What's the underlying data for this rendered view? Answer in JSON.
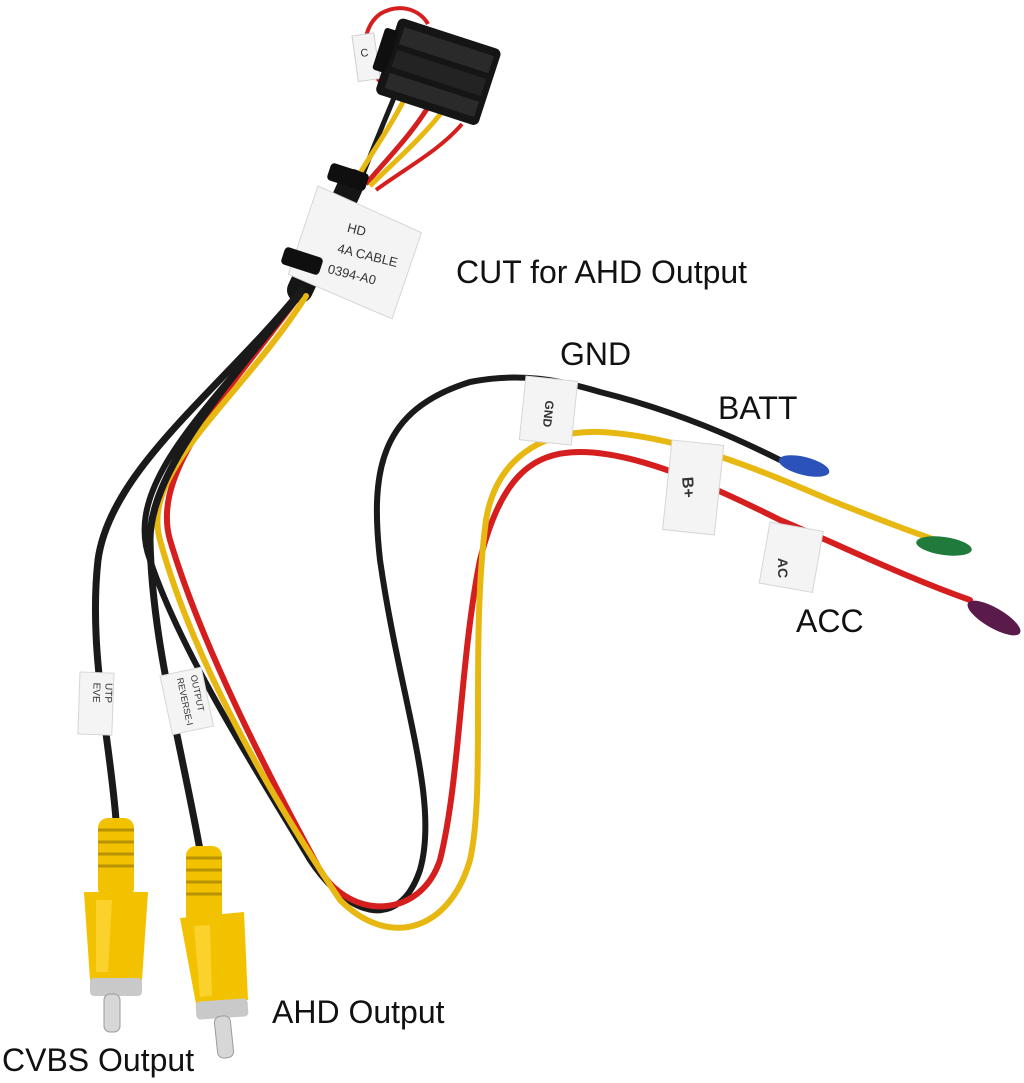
{
  "callouts": {
    "cut_for_ahd": "CUT for AHD Output",
    "gnd": "GND",
    "batt": "BATT",
    "acc": "ACC",
    "ahd_output": "AHD Output",
    "cvbs_output": "CVBS Output"
  },
  "tags": {
    "main_cable_line1": "HD",
    "main_cable_line2": "4A CABLE",
    "main_cable_line3": "0394-A0",
    "gnd_tag": "GND",
    "batt_tag": "B+",
    "acc_tag": "AC",
    "reverse_output_left_line1": "EVE",
    "reverse_output_left_line2": "UTP",
    "reverse_output_right_line1": "REVERSE-I",
    "reverse_output_right_line2": "OUTPUT",
    "top_flag": "C"
  },
  "colors": {
    "wire_black": "#1a1a1a",
    "wire_red": "#d51f1f",
    "wire_yellow": "#e8b812",
    "rca_yellow": "#f2c200",
    "connector_black": "#151515",
    "cap_blue": "#2a52b8",
    "cap_green": "#1f7a3c",
    "cap_purple": "#5a1a4a",
    "tag_white": "#f4f4f4"
  }
}
